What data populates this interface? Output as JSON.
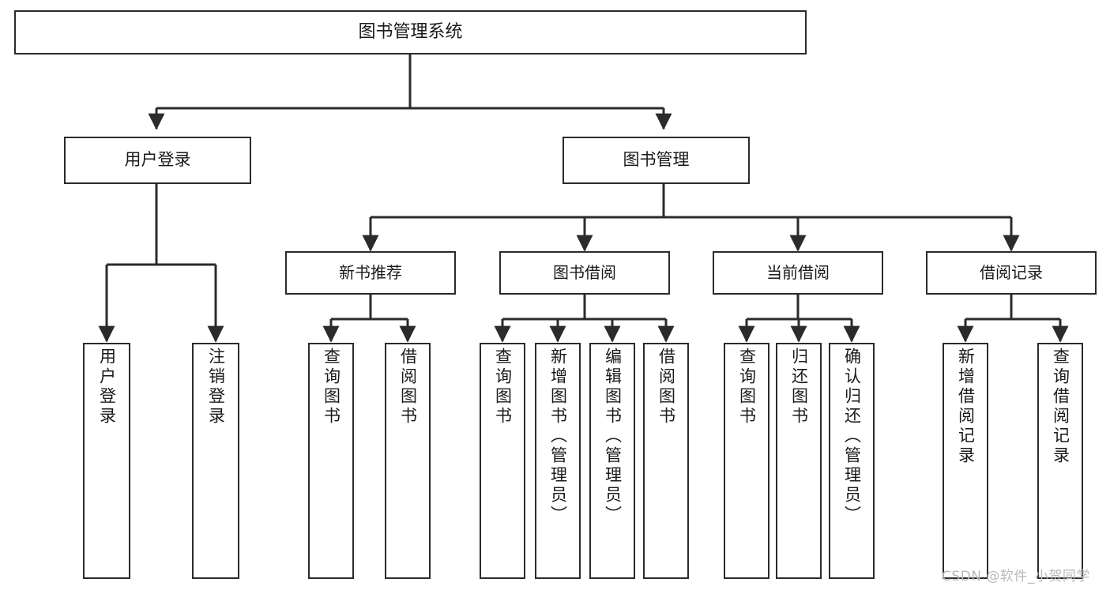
{
  "diagram": {
    "title": "图书管理系统",
    "type": "tree-hierarchy-diagram",
    "watermark": "CSDN @软件_小贺同学",
    "colors": {
      "background": "#ffffff",
      "box_border": "#2b2b2b",
      "box_fill": "#ffffff",
      "connector": "#2b2b2b",
      "text": "#1a1a1a",
      "watermark": "#b9b9b9"
    },
    "root": {
      "label": "图书管理系统"
    },
    "level1": [
      {
        "label": "用户登录"
      },
      {
        "label": "图书管理"
      }
    ],
    "level2": [
      {
        "label": "新书推荐"
      },
      {
        "label": "图书借阅"
      },
      {
        "label": "当前借阅"
      },
      {
        "label": "借阅记录"
      }
    ],
    "leaves": {
      "user_login": [
        {
          "label": "用户登录"
        },
        {
          "label": "注销登录"
        }
      ],
      "new_book_recommend": [
        {
          "label": "查询图书"
        },
        {
          "label": "借阅图书"
        }
      ],
      "book_borrow": [
        {
          "label": "查询图书"
        },
        {
          "label": "新增图书（管理员）"
        },
        {
          "label": "编辑图书（管理员）"
        },
        {
          "label": "借阅图书"
        }
      ],
      "current_borrow": [
        {
          "label": "查询图书"
        },
        {
          "label": "归还图书"
        },
        {
          "label": "确认归还（管理员）"
        }
      ],
      "borrow_record": [
        {
          "label": "新增借阅记录"
        },
        {
          "label": "查询借阅记录"
        }
      ]
    }
  }
}
